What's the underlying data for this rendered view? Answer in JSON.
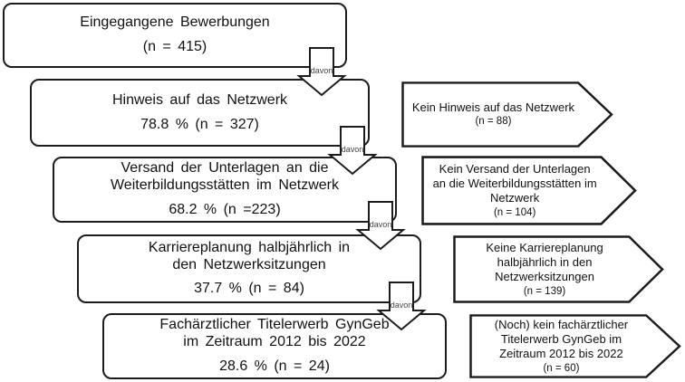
{
  "diagram": {
    "connector_label": "davon",
    "stages": [
      {
        "title_lines": [
          "Eingegangene Bewerbungen"
        ],
        "stat": "(n = 415)"
      },
      {
        "title_lines": [
          "Hinweis auf das Netzwerk"
        ],
        "stat": "78.8 % (n = 327)"
      },
      {
        "title_lines": [
          "Versand der Unterlagen an die",
          "Weiterbildungsstätten im Netzwerk"
        ],
        "stat": "68.2 % (n =223)"
      },
      {
        "title_lines": [
          "Karriereplanung halbjährlich in",
          "den Netzwerksitzungen"
        ],
        "stat": "37.7 % (n = 84)"
      },
      {
        "title_lines": [
          "Fachärztlicher Titelerwerb GynGeb",
          "im Zeitraum 2012 bis 2022"
        ],
        "stat": "28.6 % (n = 24)"
      }
    ],
    "exclusions": [
      {
        "lines": [
          "Kein Hinweis auf das Netzwerk"
        ],
        "n": "(n = 88)"
      },
      {
        "lines": [
          "Kein Versand der Unterlagen",
          "an die Weiterbildungsstätten im",
          "Netzwerk"
        ],
        "n": "(n = 104)"
      },
      {
        "lines": [
          "Keine Karriereplanung",
          "halbjährlich in den",
          "Netzwerksitzungen"
        ],
        "n": "(n = 139)"
      },
      {
        "lines": [
          "(Noch) kein fachärztlicher",
          "Titelerwerb GynGeb im",
          "Zeitraum 2012 bis 2022"
        ],
        "n": "(n = 60)"
      }
    ],
    "colors": {
      "background": "#ffffff",
      "fill": "#ffffff",
      "border": "#1c1c1c",
      "text": "#111111",
      "connector_text": "#444444"
    }
  }
}
